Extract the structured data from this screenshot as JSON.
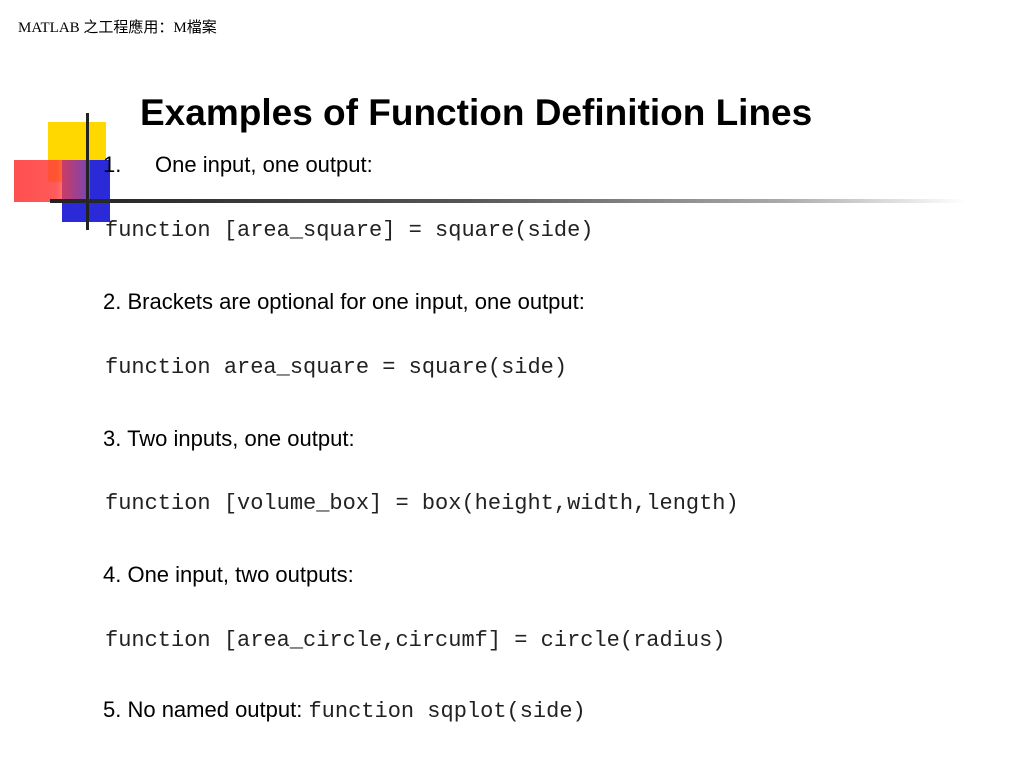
{
  "header": {
    "text": "MATLAB 之工程應用：M檔案"
  },
  "slide": {
    "title": "Examples of Function Definition Lines",
    "item1": {
      "number": "1.",
      "text": "One input, one output:"
    },
    "code1": "function [area_square] = square(side)",
    "item2": "2. Brackets are optional for one input, one output:",
    "code2": "function area_square = square(side)",
    "item3": "3. Two inputs, one output:",
    "code3": "function [volume_box] = box(height,width,length)",
    "item4": "4. One input, two outputs:",
    "code4": "function [area_circle,circumf] = circle(radius)",
    "item5": {
      "label": "5. No named output:",
      "code": "function sqplot(side)"
    }
  },
  "colors": {
    "yellow": "#ffd800",
    "blue": "#2a2ad8",
    "red": "#ff4646",
    "line": "#222222"
  }
}
